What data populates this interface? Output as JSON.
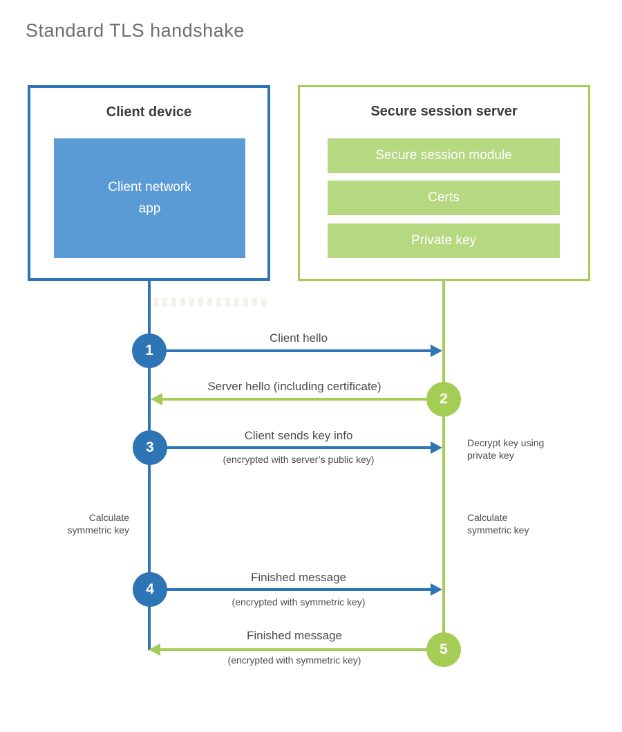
{
  "title": "Standard TLS handshake",
  "colors": {
    "blue": "#2e75b6",
    "blue_fill": "#5b9bd5",
    "green": "#a3cd55",
    "green_fill": "#b5d880",
    "heading_text": "#3c3c3c",
    "label_text": "#4b4b4b",
    "title_text": "#6e6e6e"
  },
  "client_box": {
    "title": "Client device",
    "app_label": "Client network\napp"
  },
  "server_box": {
    "title": "Secure session server",
    "modules": [
      "Secure session module",
      "Certs",
      "Private key"
    ]
  },
  "steps": [
    {
      "number": "1",
      "label": "Client hello",
      "sublabel": "",
      "direction": "client-to-server",
      "color": "blue"
    },
    {
      "number": "2",
      "label": "Server hello (including certificate)",
      "sublabel": "",
      "direction": "server-to-client",
      "color": "green"
    },
    {
      "number": "3",
      "label": "Client sends key info",
      "sublabel": "(encrypted with server’s public key)",
      "direction": "client-to-server",
      "color": "blue"
    },
    {
      "number": "4",
      "label": "Finished message",
      "sublabel": "(encrypted with symmetric key)",
      "direction": "client-to-server",
      "color": "blue"
    },
    {
      "number": "5",
      "label": "Finished message",
      "sublabel": "(encrypted with symmetric key)",
      "direction": "server-to-client",
      "color": "green"
    }
  ],
  "side_notes": {
    "decrypt": "Decrypt key using\nprivate key",
    "calc_left": "Calculate\nsymmetric key",
    "calc_right": "Calculate\nsymmetric key"
  }
}
